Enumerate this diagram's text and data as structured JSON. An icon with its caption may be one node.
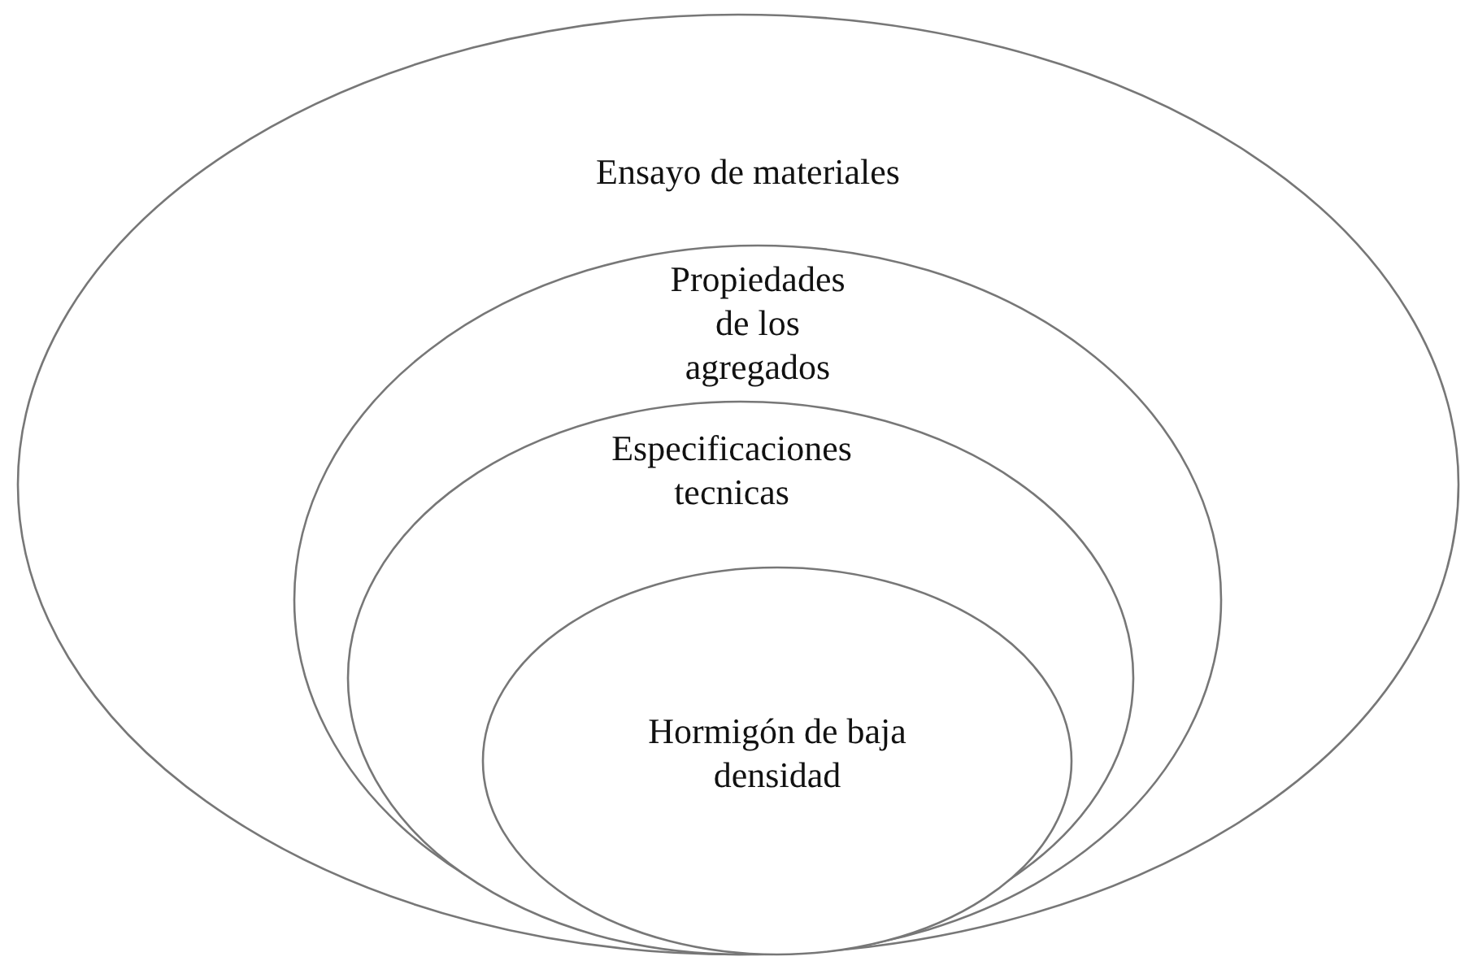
{
  "diagram": {
    "nodes": [
      {
        "text": [
          "Ensayo de materiales"
        ]
      },
      {
        "text": [
          "Propiedades de los agregados"
        ],
        "in": 0
      },
      {
        "text": [
          "Especificaciones tecnicas"
        ],
        "in": 1
      },
      {
        "text": [
          "Hormigón de baja densidad"
        ],
        "in": 2
      }
    ]
  }
}
